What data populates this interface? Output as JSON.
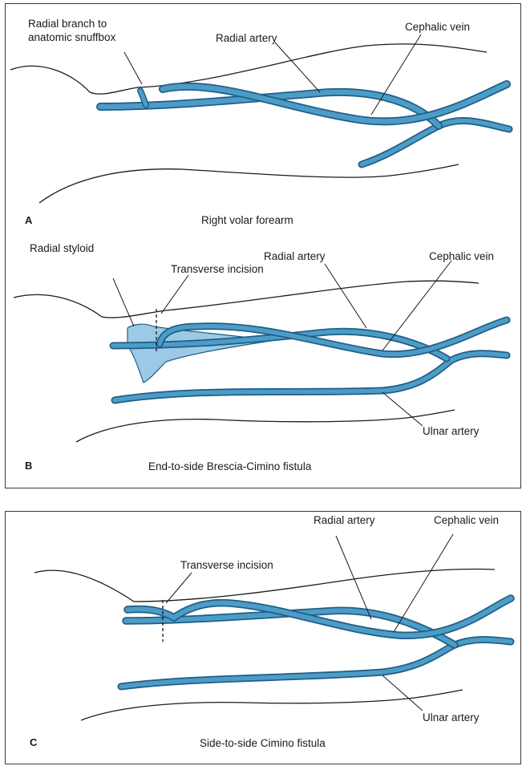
{
  "panels": {
    "a": {
      "letter": "A",
      "caption": "Right volar forearm",
      "labels": {
        "radial_branch_line1": "Radial branch to",
        "radial_branch_line2": "anatomic snuffbox",
        "radial_artery": "Radial artery",
        "cephalic_vein": "Cephalic vein"
      }
    },
    "b": {
      "letter": "B",
      "caption": "End-to-side Brescia-Cimino fistula",
      "labels": {
        "radial_styloid": "Radial styloid",
        "transverse_incision": "Transverse incision",
        "radial_artery": "Radial artery",
        "cephalic_vein": "Cephalic vein",
        "ulnar_artery": "Ulnar artery"
      }
    },
    "c": {
      "letter": "C",
      "caption": "Side-to-side Cimino fistula",
      "labels": {
        "transverse_incision": "Transverse incision",
        "radial_artery": "Radial artery",
        "cephalic_vein": "Cephalic vein",
        "ulnar_artery": "Ulnar artery"
      }
    }
  },
  "colors": {
    "vessel_fill": "#4d9cc8",
    "vessel_edge": "#1f5f86",
    "styloid_fill": "#9cc9e6",
    "outline": "#1a1a1a"
  }
}
